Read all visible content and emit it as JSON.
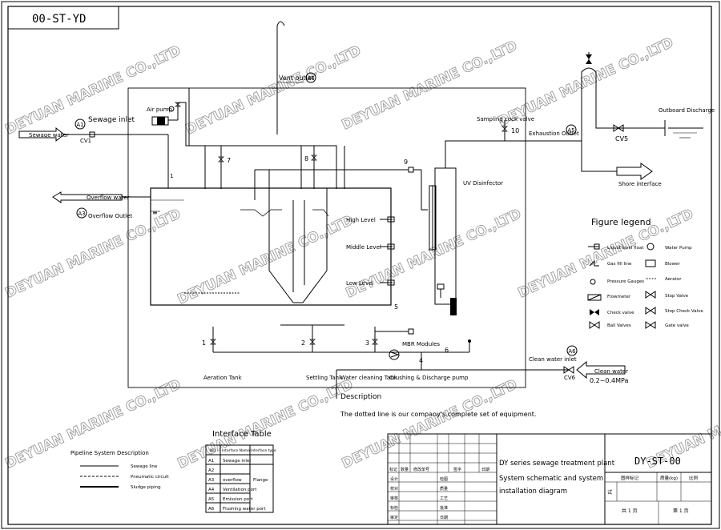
{
  "corner_code": "00-ST-YD",
  "watermark_text": "DEYUAN MARINE CO.,LTD",
  "labels": {
    "sewage_inlet": "Sewage inlet",
    "sewage_water": "Sewage water",
    "cv1": "CV1",
    "air_pump": "Air pump",
    "vent_outlet": "Vent outlet",
    "sampling_cock_valve": "Sampling cock valve",
    "exhaustion_outlet": "Exhaustion Outlet",
    "outboard_discharge": "Outboard Discharge",
    "cv5": "CV5",
    "shore_interface": "Shore interface",
    "uv_disinfector": "UV Disinfector",
    "overflow_water": "Overflow water",
    "overflow_outlet": "Overflow Outlet",
    "high_level": "High Level",
    "middle_level": "Middle Level",
    "low_level": "Low Level",
    "mbr_modules": "MBR Modules",
    "aeration_tank": "Aeration Tank",
    "settling_tank": "Settling Tank",
    "water_cleaning_tank": "Water cleaning Tank",
    "crushing_discharge_pump": "Crushing & Discharge pump",
    "clean_water_inlet": "Clean water inlet",
    "clean_water": "Clean water",
    "cv6": "CV6",
    "pressure": "0.2~0.4MPa",
    "description_title": "Description",
    "description_text": "The dotted line is our company's complete set of equipment."
  },
  "markers": {
    "a1": "A1",
    "a2": "A2",
    "a3": "A3",
    "a4": "A4",
    "a5": "A5",
    "a6": "A6"
  },
  "numbers": {
    "n1": "1",
    "n2": "2",
    "n3": "3",
    "n4": "4",
    "n5": "5",
    "n6": "6",
    "n7": "7",
    "n8": "8",
    "n9": "9",
    "n10": "10",
    "n1b": "1"
  },
  "legend": {
    "title": "Figure legend",
    "items": [
      "Liquid level float",
      "Water Pump",
      "Gas fill line",
      "Blower",
      "Pressure Gauges",
      "Aerator",
      "Flowmeter",
      "Stop Valve",
      "Check valve",
      "Stop Check Valve",
      "Ball Valves",
      "Gate valve"
    ]
  },
  "pipeline": {
    "title": "Pipeline System Description",
    "items": [
      "Sewage line",
      "Pneumatic circuit",
      "Sludge piping"
    ]
  },
  "interface_table": {
    "title": "Interface Table",
    "headers": [
      "NO.",
      "Interface Name",
      "Interface type"
    ],
    "rows": [
      [
        "A1",
        "Sewage inlet"
      ],
      [
        "A2",
        ""
      ],
      [
        "A3",
        "overflow"
      ],
      [
        "A4",
        "Ventilation port"
      ],
      [
        "A5",
        "Emission port"
      ],
      [
        "A6",
        "Flushing water port"
      ]
    ],
    "type_value": "Flange"
  },
  "title_block": {
    "rev_headers": [
      "标记",
      "数量",
      "修改单号",
      "签字",
      "日期"
    ],
    "roles": [
      "设计",
      "校对",
      "审核",
      "标检",
      "审定"
    ],
    "roles2": [
      "检图",
      "质量",
      "工艺",
      "批准",
      "日期"
    ],
    "product": "DY series sewage treatment plant",
    "drawing_title_1": "System schematic and system",
    "drawing_title_2": "installation diagram",
    "drawing_no": "DY-ST-00",
    "stage_mark": "图样标记",
    "weight": "质量(kg)",
    "scale": "比例",
    "trial": "试",
    "sheet_total": "共 1 页",
    "sheet_no": "第 1 页"
  }
}
